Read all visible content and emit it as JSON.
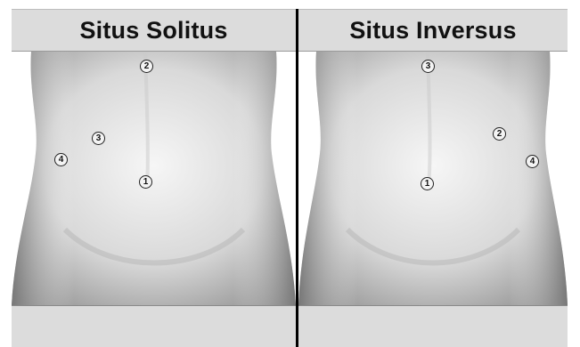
{
  "panels": {
    "left": {
      "title": "Situs Solitus",
      "markers": [
        {
          "label": "2"
        },
        {
          "label": "3"
        },
        {
          "label": "4"
        },
        {
          "label": "1"
        }
      ]
    },
    "right": {
      "title": "Situs Inversus",
      "markers": [
        {
          "label": "3"
        },
        {
          "label": "2"
        },
        {
          "label": "4"
        },
        {
          "label": "1"
        }
      ]
    }
  },
  "colors": {
    "header_bg": "#dcdcdc",
    "divider": "#000000",
    "skin_light": "#f2f2f2",
    "skin_dark": "#9a9a9a"
  }
}
